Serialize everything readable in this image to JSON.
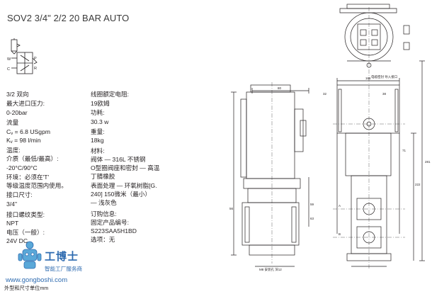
{
  "title": "SOV2 3/4\" 2/2 20 BAR AUTO",
  "left_specs": [
    "3/2 双向",
    "最大进口压力:",
    "0-20bar",
    "流量",
    "C|v| = 6.8 USgpm",
    "K|v| = 98 l/min",
    "温度:",
    "介质（最低/最高）:",
    "-20°C/90°C",
    "环境：必须在'T'",
    "等级温度范围内使用。",
    "接口尺寸:",
    "3/4\"",
    "接口螺纹类型:",
    "NPT",
    "电压（一般）:",
    "24V DC"
  ],
  "right_specs": [
    "线圈额定电阻:",
    "19欧姆",
    "功耗:",
    "30.3 w",
    "重量:",
    "18kg",
    "材料:",
    "阀体 — 316L 不锈钢",
    "O型圈阀座和密封 — 高温",
    "丁腈橡胶",
    "表面处理 — 环氧树脂[G.",
    "240] 150微米（最小）",
    "— 浅灰色",
    "订购信息:",
    "固定产品编号:",
    "S223SAA5H1BD",
    "选项：无"
  ],
  "symbol_labels": {
    "w": "W",
    "c": "C",
    "p": "P",
    "r": "R"
  },
  "drawing_labels": {
    "cable_entry": "电缆密封 导入接口",
    "dim_top": "166",
    "dim_80": "80",
    "dim_32": "32",
    "dim_38": "38",
    "dim_71": "71",
    "dim_281": "281",
    "dim_222": "222",
    "dim_59": "59",
    "dim_63": "63",
    "dim_56": "56",
    "dim_a": "A",
    "dim_b": "B",
    "bottom_note": "M8 安装孔 深12"
  },
  "watermark": {
    "name": "工博士",
    "subtitle": "智能工厂服务商",
    "url": "www.gongboshi.com"
  },
  "footnote": "外型和尺寸单位mm",
  "colors": {
    "text": "#231f20",
    "line": "#231f20",
    "watermark": "#2e6bb0"
  }
}
